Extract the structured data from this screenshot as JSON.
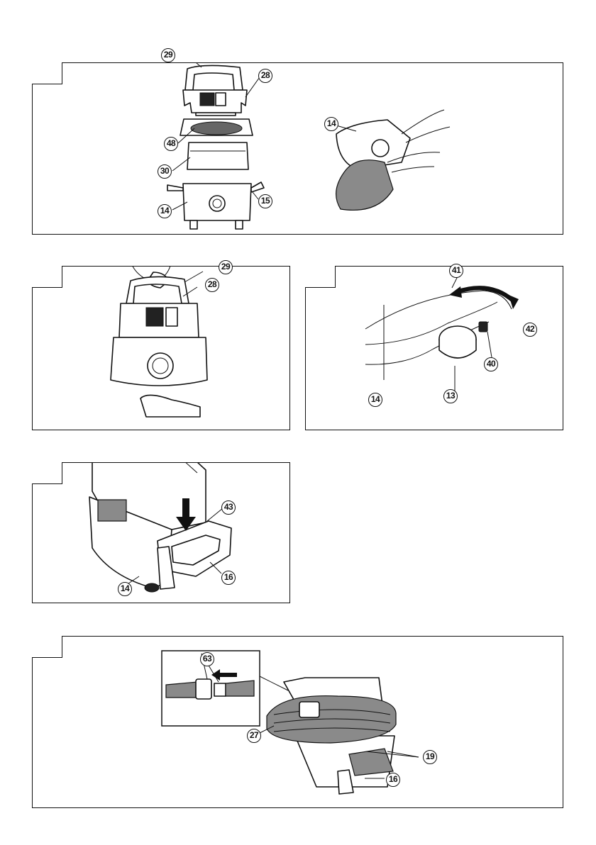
{
  "callouts": {
    "p1": [
      "29",
      "28",
      "48",
      "30",
      "14",
      "15",
      "14"
    ],
    "p2": [
      "29",
      "28"
    ],
    "p3": [
      "41",
      "42",
      "14",
      "13",
      "40"
    ],
    "p4": [
      "43",
      "14",
      "16"
    ],
    "p5": [
      "63",
      "27",
      "19",
      "16"
    ]
  }
}
